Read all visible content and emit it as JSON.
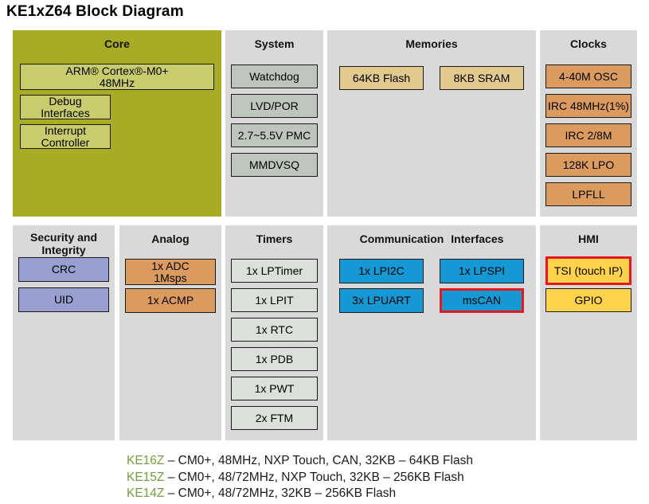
{
  "title": "KE1xZ64 Block Diagram",
  "colors": {
    "core_panel": "#A8AB24",
    "core_block": "#C8CC6D",
    "panel_gray": "#D9D9D9",
    "system_block": "#BEC5BC",
    "timers_block": "#DBE0DA",
    "memory_block": "#E2C98E",
    "clock_analog_block": "#DC9B5E",
    "security_block": "#999FD0",
    "comm_block": "#1598D4",
    "hmi_block": "#FFD24C",
    "highlight_red": "#E8181F",
    "model_green": "#70A03C"
  },
  "panels": {
    "core": {
      "title": "Core",
      "blocks": [
        "ARM® Cortex®-M0+\n48MHz",
        "Debug\nInterfaces",
        "Interrupt\nController"
      ]
    },
    "system": {
      "title": "System",
      "blocks": [
        "Watchdog",
        "LVD/POR",
        "2.7~5.5V PMC",
        "MMDVSQ"
      ]
    },
    "memories": {
      "title": "Memories",
      "blocks": [
        "64KB Flash",
        "8KB SRAM"
      ]
    },
    "clocks": {
      "title": "Clocks",
      "blocks": [
        "4-40M OSC",
        "IRC 48MHz(1%)",
        "IRC 2/8M",
        "128K LPO",
        "LPFLL"
      ]
    },
    "security": {
      "title": "Security and\nIntegrity",
      "blocks": [
        "CRC",
        "UID"
      ]
    },
    "analog": {
      "title": "Analog",
      "blocks": [
        "1x ADC\n1Msps",
        "1x ACMP"
      ]
    },
    "timers": {
      "title": "Timers",
      "blocks": [
        "1x LPTimer",
        "1x LPIT",
        "1x RTC",
        "1x PDB",
        "1x PWT",
        "2x FTM"
      ]
    },
    "comm": {
      "title": "Communication Interfaces",
      "blocks": [
        "1x LPI2C",
        "1x LPSPI",
        "3x LPUART",
        "msCAN"
      ],
      "highlighted": "msCAN"
    },
    "hmi": {
      "title": "HMI",
      "blocks": [
        "TSI (touch IP)",
        "GPIO"
      ],
      "highlighted": "TSI (touch IP)"
    }
  },
  "footnotes": [
    {
      "model": "KE16Z",
      "specs": "– CM0+, 48MHz, NXP Touch, CAN, 32KB – 64KB Flash"
    },
    {
      "model": "KE15Z",
      "specs": "– CM0+, 48/72MHz,  NXP Touch, 32KB – 256KB Flash"
    },
    {
      "model": "KE14Z",
      "specs": "– CM0+, 48/72MHz, 32KB – 256KB Flash"
    }
  ]
}
